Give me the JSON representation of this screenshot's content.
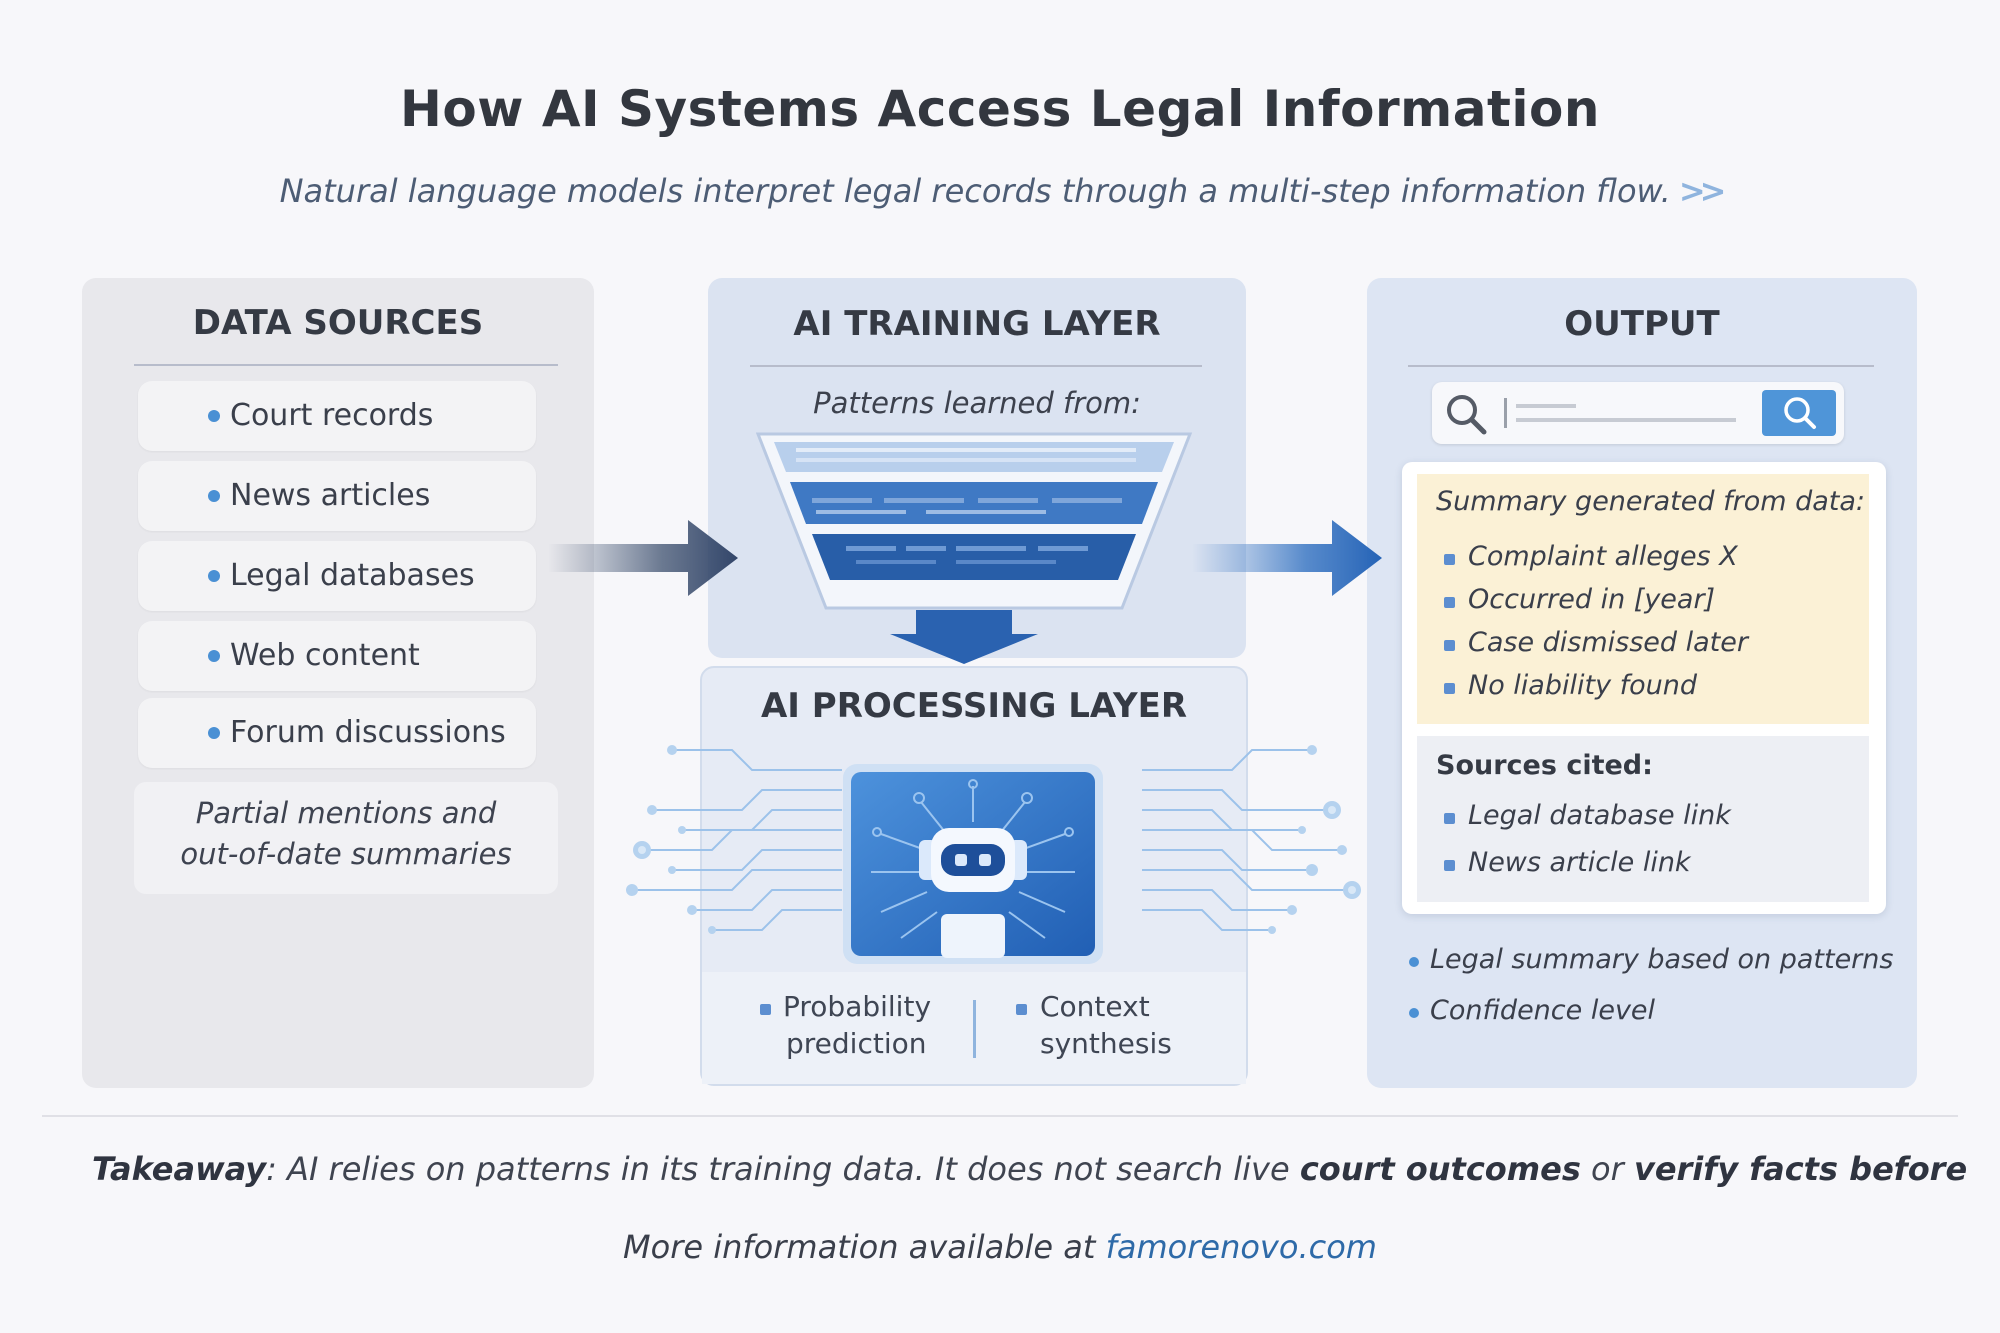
{
  "header": {
    "title": "How AI Systems Access Legal Information",
    "subtitle": "Natural language models interpret legal records through a multi-step information flow.",
    "subtitle_chevron": ">>"
  },
  "sources": {
    "title": "DATA SOURCES",
    "items": [
      "Court records",
      "News articles",
      "Legal databases",
      "Web content",
      "Forum discussions"
    ],
    "note_line1": "Partial mentions and",
    "note_line2": "out-of-date summaries"
  },
  "training": {
    "title": "AI TRAINING LAYER",
    "caption": "Patterns learned from:"
  },
  "processing": {
    "title": "AI PROCESSING LAYER",
    "left_line1": "Probability",
    "left_line2": "prediction",
    "right_line1": "Context",
    "right_line2": "synthesis"
  },
  "output": {
    "title": "OUTPUT",
    "summary_heading": "Summary generated from data:",
    "summary_items": [
      "Complaint alleges X",
      "Occurred in [year]",
      "Case dismissed later",
      "No liability found"
    ],
    "sources_heading": "Sources cited:",
    "sources_items": [
      "Legal database link",
      "News article link"
    ],
    "footer_items": [
      "Legal summary based on patterns",
      "Confidence level"
    ]
  },
  "footer": {
    "takeaway_label": "Takeaway",
    "takeaway_part1": ": AI relies on patterns in its training data. It does not search live ",
    "takeaway_bold1": "court outcomes",
    "takeaway_part2": " or ",
    "takeaway_bold2": "verify facts before",
    "more_prefix": "More information available at ",
    "more_link": "famorenovo.com"
  },
  "colors": {
    "accent_blue": "#2f6fc0",
    "summary_yellow": "#fbf1d6",
    "bullet_blue": "#4a90d4"
  }
}
